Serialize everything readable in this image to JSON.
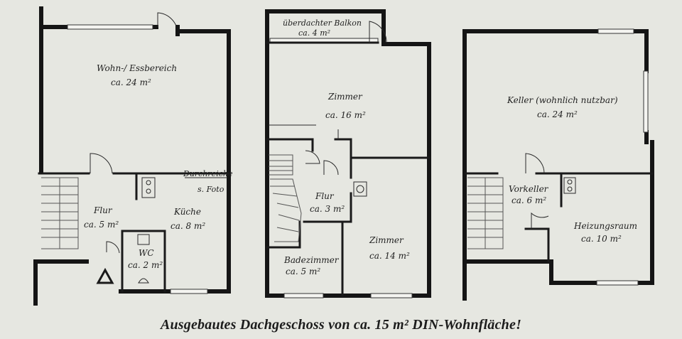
{
  "plans": {
    "ground_floor": {
      "rooms": [
        {
          "id": "wohn",
          "name": "Wohn-/ Essbereich",
          "area": "ca. 24 m²"
        },
        {
          "id": "flur",
          "name": "Flur",
          "area": "ca. 5 m²"
        },
        {
          "id": "kueche",
          "name": "Küche",
          "area": "ca. 8 m²"
        },
        {
          "id": "wc",
          "name": "WC",
          "area": "ca. 2 m²"
        }
      ],
      "notes": {
        "durchreiche": "Durchreiche",
        "foto": "s. Foto"
      }
    },
    "upper_floor": {
      "rooms": [
        {
          "id": "balkon",
          "name": "überdachter Balkon",
          "area": "ca. 4 m²"
        },
        {
          "id": "zimmer1",
          "name": "Zimmer",
          "area": "ca. 16 m²"
        },
        {
          "id": "flur",
          "name": "Flur",
          "area": "ca. 3 m²"
        },
        {
          "id": "bad",
          "name": "Badezimmer",
          "area": "ca. 5 m²"
        },
        {
          "id": "zimmer2",
          "name": "Zimmer",
          "area": "ca. 14 m²"
        }
      ]
    },
    "basement": {
      "rooms": [
        {
          "id": "keller",
          "name": "Keller  (wohnlich nutzbar)",
          "area": "ca. 24 m²"
        },
        {
          "id": "vorkeller",
          "name": "Vorkeller",
          "area": "ca. 6 m²"
        },
        {
          "id": "heizung",
          "name": "Heizungsraum",
          "area": "ca. 10 m²"
        }
      ]
    }
  },
  "caption": "Ausgebautes Dachgeschoss von ca. 15 m² DIN-Wohnfläche!"
}
